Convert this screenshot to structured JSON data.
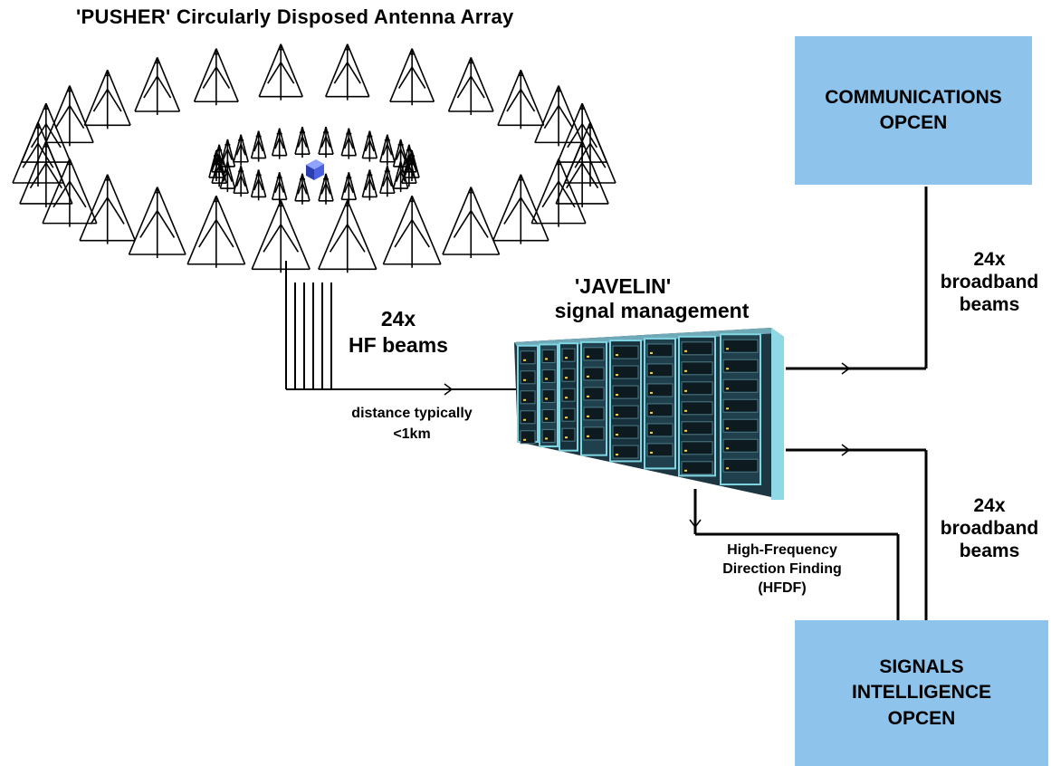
{
  "title": "'PUSHER' Circularly Disposed Antenna Array",
  "boxes": {
    "communications": {
      "line1": "COMMUNICATIONS",
      "line2": "OPCEN"
    },
    "signals_intelligence": {
      "line1": "SIGNALS",
      "line2": "INTELLIGENCE",
      "line3": "OPCEN"
    }
  },
  "javelin": {
    "line1": "'JAVELIN'",
    "line2": "signal management"
  },
  "hf_beams": {
    "count": "24x",
    "label": "HF beams"
  },
  "distance": {
    "line1": "distance typically",
    "line2": "<1km"
  },
  "broadband_top": {
    "count": "24x",
    "line1": "broadband",
    "line2": "beams"
  },
  "broadband_bottom": {
    "count": "24x",
    "line1": "broadband",
    "line2": "beams"
  },
  "hfdf": {
    "line1": "High-Frequency",
    "line2": "Direction Finding",
    "line3": "(HFDF)"
  },
  "colors": {
    "box_fill": "#8ec3ec",
    "rack_body": "#2a4c5a",
    "rack_trim": "#7fd6e2",
    "central_cube": "#3f5bd6",
    "line": "#000000"
  }
}
